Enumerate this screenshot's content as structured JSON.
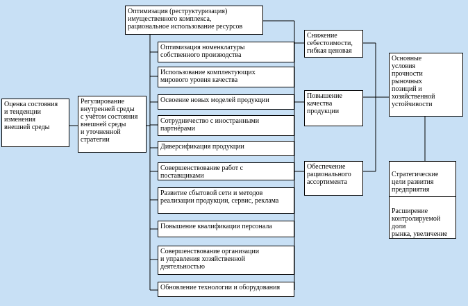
{
  "diagram": {
    "background_color": "#c8e0f5",
    "left_box": "Оценка состояния\nи тенденции\nизменения\nвнешней среды",
    "middle_box": "Регулирование\nвнутренней среды\nс учётом состояния\nвнешней среды\nи уточненной\nстратегии",
    "top_box": "Оптимизация (реструктуризация)\nимущественного комплекса,\nрациональное использование ресурсов",
    "measures": [
      "Оптимизация номенклатуры\nсобственного производства",
      "Использование комплектующих\nмирового уровня качества",
      "Освоение новых моделей продукции",
      "Сотрудничество с иностранными\nпартнёрами",
      "Диверсификация продукции",
      "Совершенствование работ с\nпоставщиками",
      "Развитие сбытовой сети и методов\nреализации продукции, сервис, реклама",
      "Повышение квалификации персонала",
      "Совершенствование организации\nи управления хозяйственной\nдеятельностью",
      "Обновление технологии и оборудования"
    ],
    "results": [
      "Снижение\nсебестоимости,\nгибкая ценовая",
      "Повышение\nкачества\nпродукции",
      "Обеспечение\nрационального\nассортимента"
    ],
    "right_top_box": "Основные\nусловия\nпрочности\nрыночных\nпозиций и\nхозяйственной\nустойчивости",
    "right_bottom_title": "Стратегические\nцели развития\nпредприятия",
    "right_bottom_text": "Расширение\nконтролируемой\nдоли\nрынка, увеличение\nдоходов"
  }
}
